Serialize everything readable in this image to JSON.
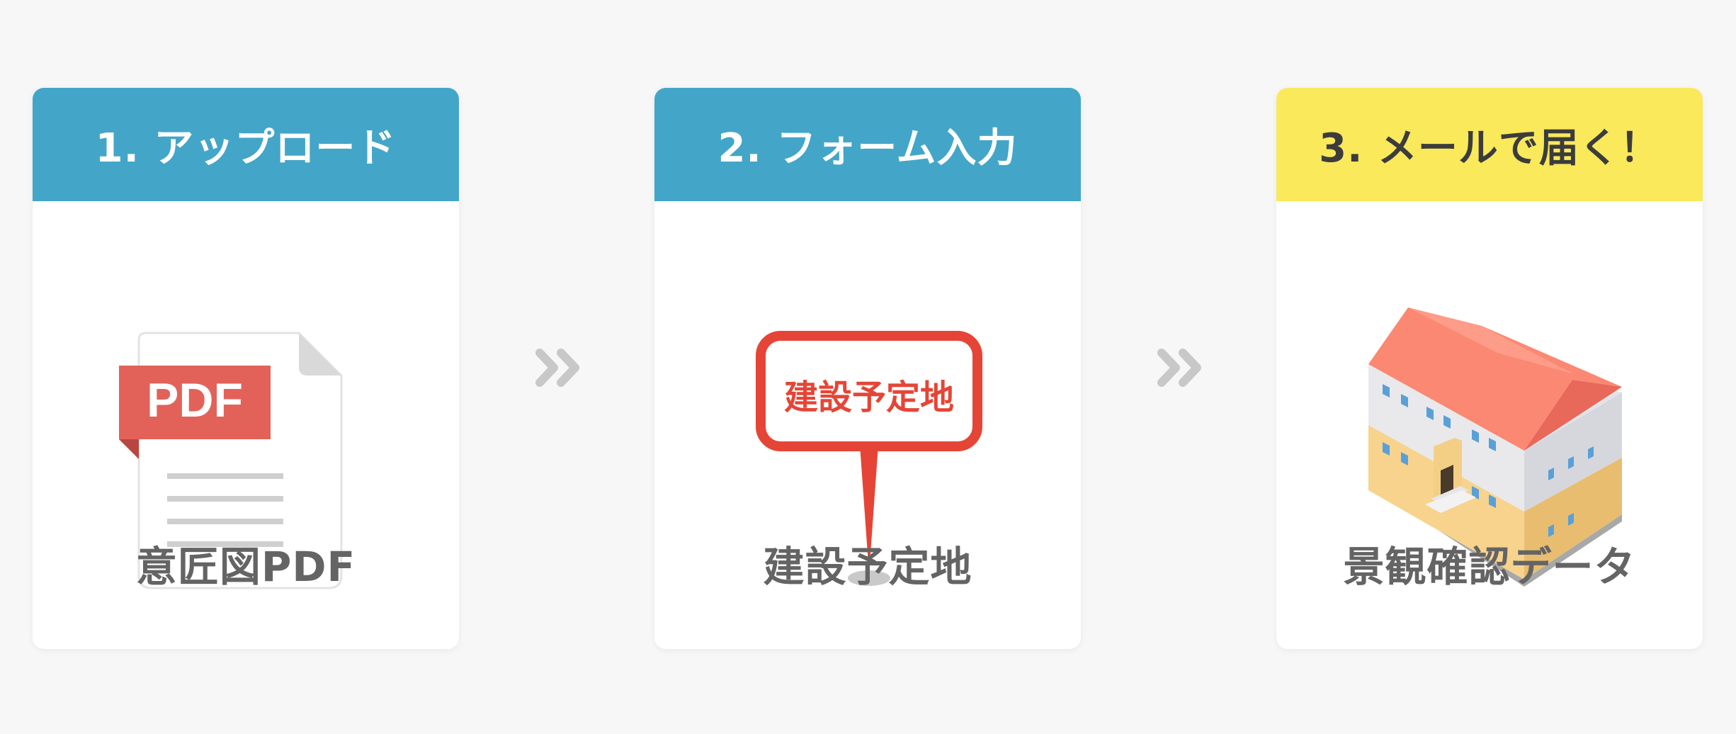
{
  "steps": [
    {
      "title": "1. アップロード",
      "caption": "意匠図PDF",
      "header_color": "#43a6c8",
      "header_text_color": "#ffffff",
      "icon": "pdf-file-icon",
      "icon_label": "PDF"
    },
    {
      "title": "2. フォーム入力",
      "caption": "建設予定地",
      "header_color": "#43a6c8",
      "header_text_color": "#ffffff",
      "icon": "location-sign-icon",
      "icon_label": "建設予定地"
    },
    {
      "title": "3. メールで届く！",
      "caption": "景観確認データ",
      "header_color": "#f9e95b",
      "header_text_color": "#3c3c3c",
      "icon": "building-icon"
    }
  ],
  "arrow_icon": "double-chevron-right-icon",
  "colors": {
    "background": "#f7f7f7",
    "card": "#ffffff",
    "caption_text": "#646464",
    "pdf_red": "#e2625a",
    "sign_red": "#e54536",
    "roof": "#fb8872",
    "arrow": "#c8c8c8"
  }
}
